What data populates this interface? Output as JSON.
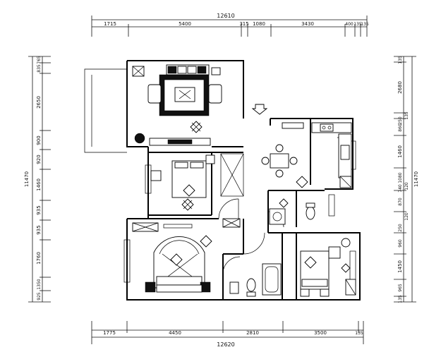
{
  "top_dims": {
    "overall": "12610",
    "segments": [
      "1715",
      "5400",
      "315",
      "1080",
      "3430",
      "400",
      "135",
      "135"
    ]
  },
  "bottom_dims": {
    "overall": "12620",
    "segments": [
      "1775",
      "4450",
      "2810",
      "3500",
      "135"
    ]
  },
  "left_dims": {
    "overall": "11470",
    "segments": [
      "765",
      "835",
      "2650",
      "900",
      "920",
      "1460",
      "935",
      "935",
      "1760",
      "1350",
      "925"
    ]
  },
  "right_dims": {
    "overall": "11470",
    "segments": [
      "135",
      "2680",
      "135",
      "860",
      "250",
      "1460",
      "1080",
      "120",
      "740",
      "870",
      "250",
      "120",
      "960",
      "1450",
      "965",
      "135"
    ]
  }
}
